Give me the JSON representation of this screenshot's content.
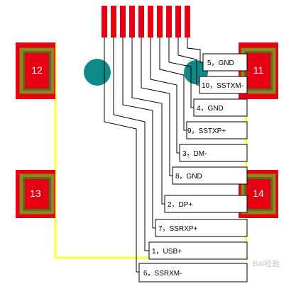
{
  "diagram": {
    "colors": {
      "pad_red": "#e60012",
      "pad_olive": "#8a8a1e",
      "pad_green": "#2f7d2f",
      "shell_yellow": "#ffff33",
      "via_teal": "#0e8a8a",
      "trace": "#000000",
      "box_border": "#000000",
      "box_fill": "#ffffff"
    },
    "pads": [
      {
        "label": "12"
      },
      {
        "label": "11"
      },
      {
        "label": "13"
      },
      {
        "label": "14"
      }
    ],
    "pins": [
      {
        "label": "5，GND"
      },
      {
        "label": "10，SSTXM-"
      },
      {
        "label": "4，GND"
      },
      {
        "label": "9，SSTXP+"
      },
      {
        "label": "3，DM-"
      },
      {
        "label": "8，GND"
      },
      {
        "label": "2，DP+"
      },
      {
        "label": "7，SSRXP+"
      },
      {
        "label": "1，USB+"
      },
      {
        "label": "6，SSRXM-"
      }
    ],
    "watermark": "Bai经验"
  }
}
